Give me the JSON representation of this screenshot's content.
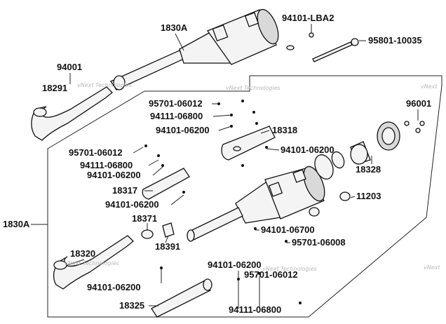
{
  "labels": {
    "p1830A_top": "1830A",
    "p94101LBA2": "94101-LBA2",
    "p95801": "95801-10035",
    "p94001": "94001",
    "p18291": "18291",
    "p95701_a": "95701-06012",
    "p94111_a": "94111-06800",
    "p94101_a": "94101-06200",
    "p18318": "18318",
    "p96001": "96001",
    "p95701_b": "95701-06012",
    "p94111_b": "94111-06800",
    "p94101_b": "94101-06200",
    "p94101_c": "94101-06200",
    "p18328": "18328",
    "p18317": "18317",
    "p94101_d": "94101-06200",
    "p11203": "11203",
    "p1830A_left": "1830A",
    "p18371": "18371",
    "p94101_06700": "94101-06700",
    "p18391": "18391",
    "p95701_06008": "95701-06008",
    "p18320": "18320",
    "p94101_e": "94101-06200",
    "p95701_c": "95701-06012",
    "p94101_f": "94101-06200",
    "p18325": "18325",
    "p94111_c": "94111-06800"
  },
  "watermarks": {
    "w1": "vNext Technologies",
    "w2": "vNext Technologies",
    "w3": "vNext",
    "w4": "vNext Technologies",
    "w5": "vNext Technologies",
    "w6": "vNext"
  }
}
